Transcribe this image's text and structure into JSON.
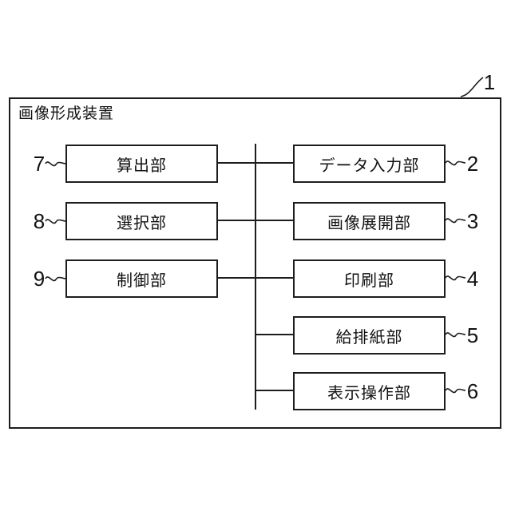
{
  "diagram": {
    "title": "画像形成装置",
    "outer_ref": "1",
    "left_boxes": [
      {
        "label": "算出部",
        "ref": "7"
      },
      {
        "label": "選択部",
        "ref": "8"
      },
      {
        "label": "制御部",
        "ref": "9"
      }
    ],
    "right_boxes": [
      {
        "label": "データ入力部",
        "ref": "2"
      },
      {
        "label": "画像展開部",
        "ref": "3"
      },
      {
        "label": "印刷部",
        "ref": "4"
      },
      {
        "label": "給排紙部",
        "ref": "5"
      },
      {
        "label": "表示操作部",
        "ref": "6"
      }
    ],
    "colors": {
      "line": "#1d1d1d",
      "background": "#ffffff"
    }
  }
}
